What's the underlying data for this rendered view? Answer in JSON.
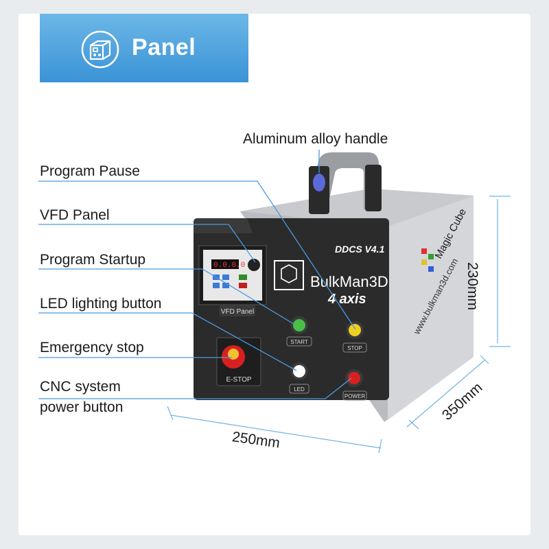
{
  "header": {
    "title": "Panel",
    "icon": "control-panel-icon"
  },
  "callouts": {
    "handle": "Aluminum alloy handle",
    "program_pause": "Program Pause",
    "vfd_panel": "VFD Panel",
    "program_startup": "Program Startup",
    "led_button": "LED lighting button",
    "emergency_stop": "Emergency stop",
    "power_line1": "CNC system",
    "power_line2": "power button"
  },
  "dimensions": {
    "height": "230mm",
    "depth": "350mm",
    "width": "250mm"
  },
  "device": {
    "model": "DDCS V4.1",
    "brand": "BulkMan3D",
    "axis": "4 axis",
    "side_brand": "Magic Cube",
    "website": "www.bulkman3d.com",
    "vfd_label": "VFD Panel",
    "vfd_display": "0.0.0.0",
    "estop_label": "E-STOP",
    "start_label": "START",
    "stop_label": "STOP",
    "led_label": "LED",
    "power_label": "POWER"
  },
  "colors": {
    "accent": "#3a93d6",
    "callout_line": "#4a9be0",
    "dimension_line": "#6fb3e8",
    "panel": "#2b2b2b"
  }
}
